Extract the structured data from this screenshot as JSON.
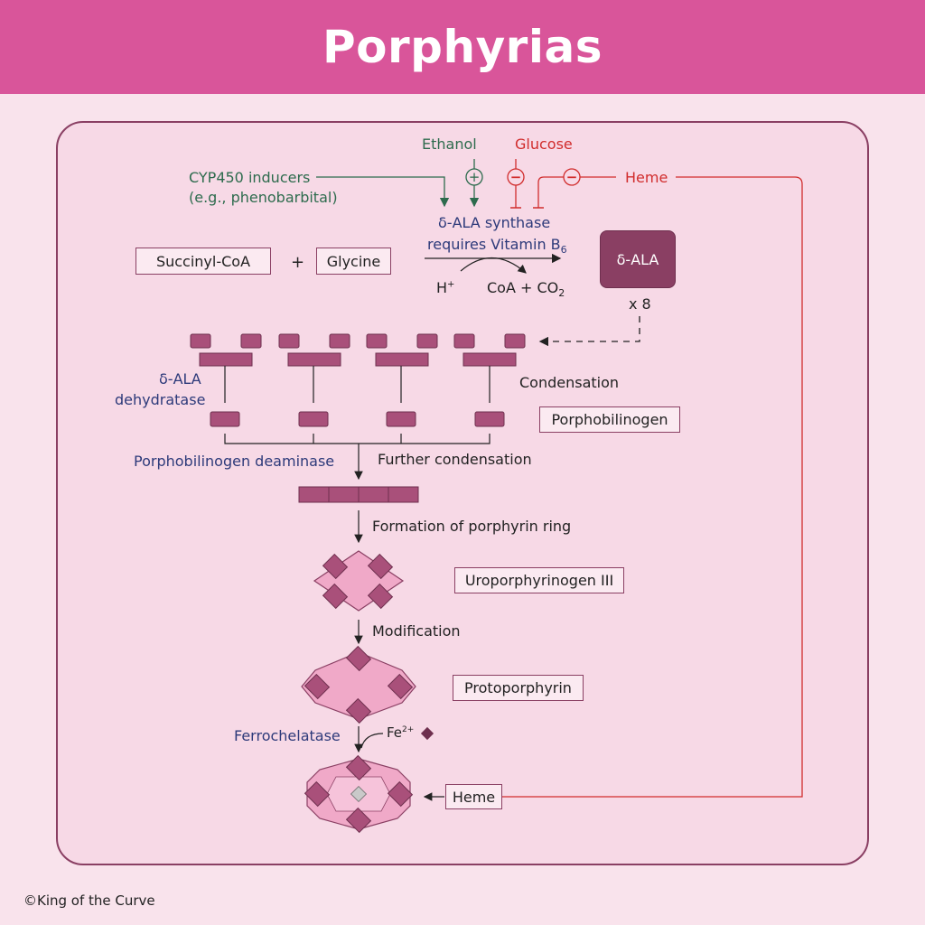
{
  "title": "Porphyrias",
  "regulators": {
    "ethanol": "Ethanol",
    "glucose": "Glucose",
    "heme": "Heme",
    "cyp_line1": "CYP450 inducers",
    "cyp_line2": "(e.g., phenobarbital)",
    "plus_sign": "+",
    "minus_sign": "−"
  },
  "synthesis": {
    "enzyme_line1": "δ-ALA synthase",
    "enzyme_line2": "requires Vitamin B",
    "enzyme_sub": "6",
    "succinyl": "Succinyl-CoA",
    "plus": "+",
    "glycine": "Glycine",
    "h_plus": "H",
    "h_sup": "+",
    "coa": "CoA + CO",
    "coa_sub": "2",
    "ala": "δ-ALA",
    "times": "x 8"
  },
  "steps": {
    "dehydratase_line1": "δ-ALA",
    "dehydratase_line2": "dehydratase",
    "condensation": "Condensation",
    "porphobilinogen": "Porphobilinogen",
    "deaminase": "Porphobilinogen deaminase",
    "further": "Further condensation",
    "ring": "Formation of porphyrin ring",
    "uro": "Uroporphyrinogen III",
    "modification": "Modification",
    "proto": "Protoporphyrin",
    "ferrochelatase": "Ferrochelatase",
    "fe": "Fe",
    "fe_sup": "2+",
    "heme": "Heme"
  },
  "copyright": "©King of the Curve",
  "colors": {
    "header": "#d9559a",
    "accent": "#8a3f63",
    "inhibit": "#d12d2d",
    "stimulate": "#2d6b4d",
    "enzyme": "#2d3a7a"
  }
}
